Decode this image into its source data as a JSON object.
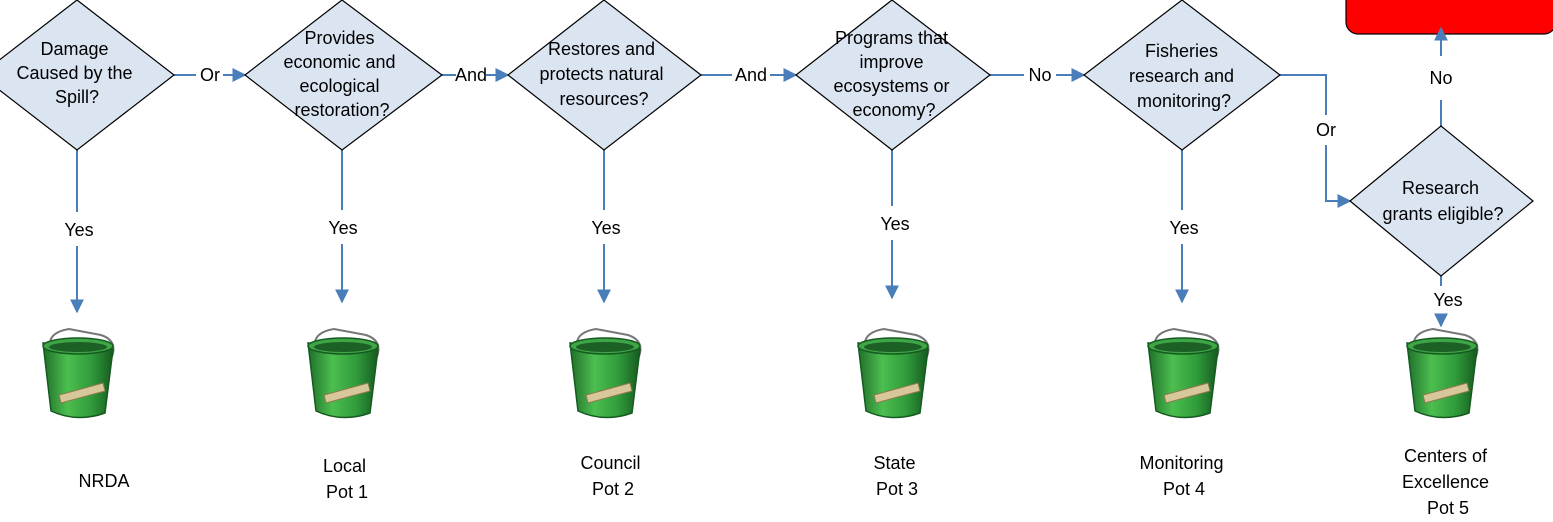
{
  "colors": {
    "diamond_fill": "#dbe5f1",
    "connector": "#4a7ebb",
    "terminal_fill": "#ff0000",
    "bucket_green": "#2e8b3a"
  },
  "decisions": [
    {
      "lines": [
        "Damage",
        "Caused by the",
        "Spill?"
      ]
    },
    {
      "lines": [
        "Provides",
        "economic and",
        "ecological",
        "restoration?"
      ]
    },
    {
      "lines": [
        "Restores and",
        "protects natural",
        "resources?"
      ]
    },
    {
      "lines": [
        "Programs that",
        "improve",
        "ecosystems or",
        "economy?"
      ]
    },
    {
      "lines": [
        "Fisheries",
        "research and",
        "monitoring?"
      ]
    },
    {
      "lines": [
        "Research",
        "grants eligible?"
      ]
    }
  ],
  "edge_labels": {
    "d1_d2": "Or",
    "d2_d3": "And",
    "d3_d4": "And",
    "d4_d5": "No",
    "d5_d6": "Or",
    "d6_terminal": "No",
    "yes": "Yes"
  },
  "pots": [
    {
      "lines": [
        "NRDA"
      ],
      "icon": "bucket-icon"
    },
    {
      "lines": [
        "Local",
        "Pot 1"
      ],
      "icon": "bucket-icon"
    },
    {
      "lines": [
        "Council",
        "Pot 2"
      ],
      "icon": "bucket-icon"
    },
    {
      "lines": [
        "State",
        "Pot 3"
      ],
      "icon": "bucket-icon"
    },
    {
      "lines": [
        "Monitoring",
        "Pot 4"
      ],
      "icon": "bucket-icon"
    },
    {
      "lines": [
        "Centers of",
        "Excellence",
        "Pot 5"
      ],
      "icon": "bucket-icon"
    }
  ]
}
